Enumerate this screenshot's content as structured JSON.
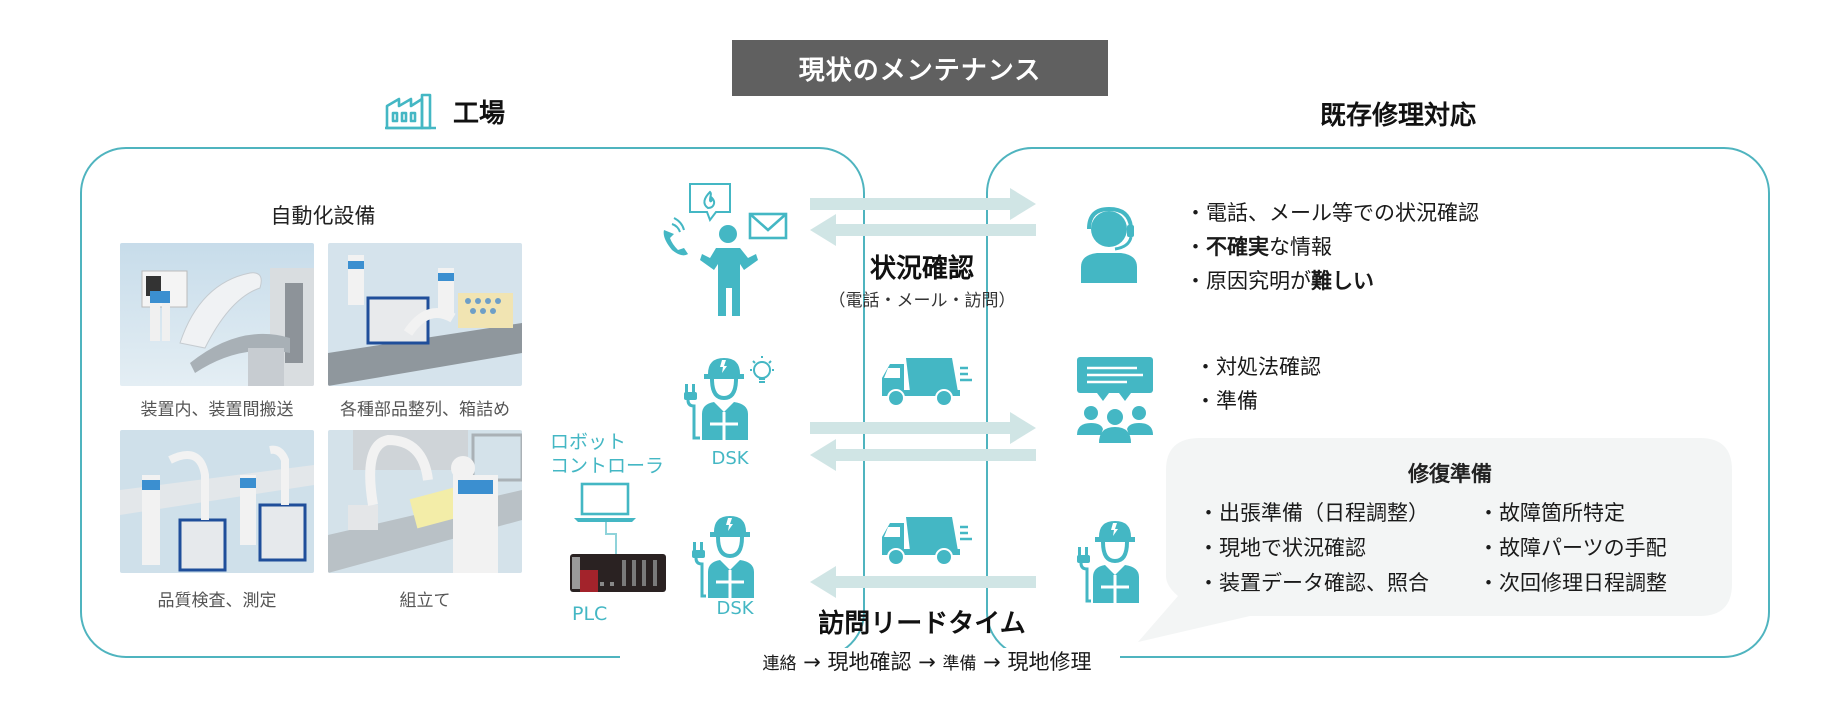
{
  "header": {
    "title": "現状のメンテナンス",
    "left_section": "工場",
    "right_section": "既存修理対応"
  },
  "factory": {
    "equipment_label": "自動化設備",
    "photos": [
      {
        "caption": "装置内、装置間搬送"
      },
      {
        "caption": "各種部品整列、箱詰め"
      },
      {
        "caption": "品質検査、測定"
      },
      {
        "caption": "組立て"
      }
    ],
    "robot_controller_label_line1": "ロボット",
    "robot_controller_label_line2": "コントローラ",
    "plc_label": "PLC"
  },
  "middle": {
    "dsk_label_1": "DSK",
    "dsk_label_2": "DSK",
    "status_check_title": "状況確認",
    "status_check_sub": "（電話・メール・訪問）",
    "lead_time_title": "訪問リードタイム",
    "flow": {
      "step1": "連絡",
      "step2": "現地確認",
      "step3": "準備",
      "step4": "現地修理",
      "arrow": "→"
    }
  },
  "repair": {
    "group1": [
      {
        "prefix": "・",
        "bold": "",
        "text": "電話、メール等での状況確認",
        "suffix_bold": ""
      },
      {
        "prefix": "・",
        "bold": "不確実",
        "text": "な情報",
        "suffix_bold": ""
      },
      {
        "prefix": "・",
        "bold": "",
        "text": "原因究明が",
        "suffix_bold": "難しい"
      }
    ],
    "group2": [
      "・対処法確認",
      "・準備"
    ],
    "bubble": {
      "title": "修復準備",
      "col1": [
        "・出張準備（日程調整）",
        "・現地で状況確認",
        "・装置データ確認、照合"
      ],
      "col2": [
        "・故障箇所特定",
        "・故障パーツの手配",
        "・次回修理日程調整"
      ]
    }
  },
  "colors": {
    "accent": "#44b7c4",
    "panel_border": "#4fb4bf",
    "arrow": "#d0e5e5",
    "title_bg": "#606060",
    "bubble_bg": "#f3f5f5"
  }
}
